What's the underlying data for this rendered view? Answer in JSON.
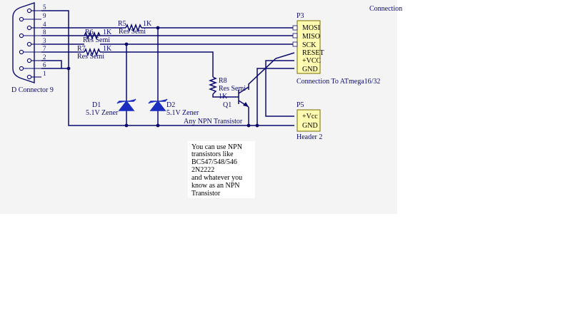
{
  "title_fragment": "Connection",
  "d_connector": {
    "ref": "D Connector 9",
    "pins": [
      "5",
      "9",
      "4",
      "8",
      "3",
      "7",
      "2",
      "6",
      "1"
    ]
  },
  "resistors": {
    "r5": {
      "ref": "R5",
      "value": "1K",
      "desc": "Res Semi"
    },
    "r6": {
      "ref": "R6",
      "value": "1K",
      "desc": "Res Semi"
    },
    "r7": {
      "ref": "R7",
      "value": "1K",
      "desc": "Res Semi"
    },
    "r8": {
      "ref": "R8",
      "desc": "Res Semi",
      "value": "1K"
    }
  },
  "diodes": {
    "d1": {
      "ref": "D1",
      "desc": "5.1V Zener"
    },
    "d2": {
      "ref": "D2",
      "desc": "5.1V Zener"
    }
  },
  "transistor": {
    "ref": "Q1",
    "desc": "Any NPN Transistor"
  },
  "p3": {
    "ref": "P3",
    "pins": [
      "MOSI",
      "MISO",
      "SCK",
      "RESET",
      "+VCC",
      "GND"
    ],
    "caption": "Connection To ATmega16/32"
  },
  "p5": {
    "ref": "P5",
    "pins": [
      "+Vcc",
      "GND"
    ],
    "caption": "Header 2"
  },
  "note": {
    "lines": [
      "You can use NPN",
      "transistors like",
      "BC547/548/546",
      "2N2222",
      "and whatever you",
      "know as an NPN",
      "Transistor"
    ]
  }
}
